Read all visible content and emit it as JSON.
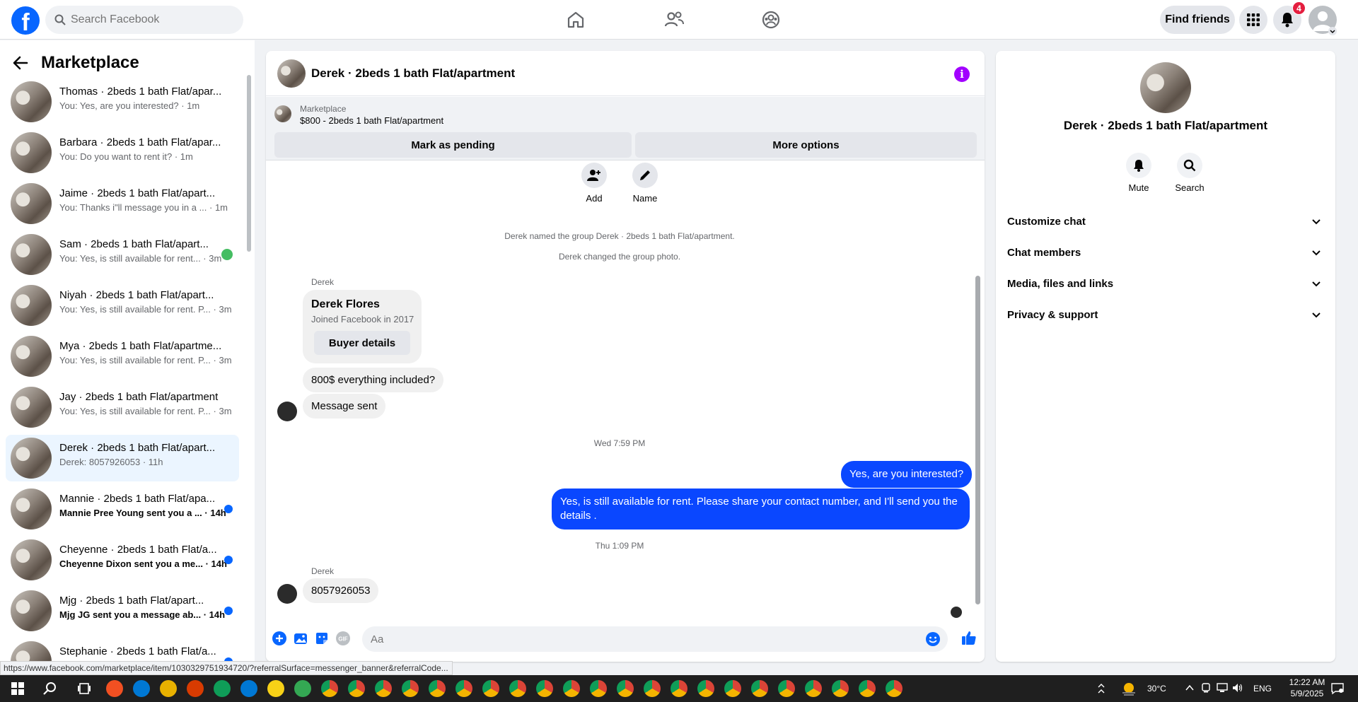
{
  "topbar": {
    "search_placeholder": "Search Facebook",
    "find_friends": "Find friends",
    "notification_count": "4"
  },
  "sidebar": {
    "title": "Marketplace",
    "conversations": [
      {
        "name": "Thomas · 2beds 1 bath Flat/apar...",
        "snippet": "You: Yes, are you interested? · 1m",
        "state": "read"
      },
      {
        "name": "Barbara · 2beds 1 bath Flat/apar...",
        "snippet": "You: Do you want to rent it? · 1m",
        "state": "read"
      },
      {
        "name": "Jaime · 2beds 1 bath Flat/apart...",
        "snippet": "You: Thanks i\"ll message you in a ... · 1m",
        "state": "read"
      },
      {
        "name": "Sam · 2beds 1 bath Flat/apart...",
        "snippet": "You: Yes, is still available for rent... · 3m",
        "state": "emoji"
      },
      {
        "name": "Niyah · 2beds 1 bath Flat/apart...",
        "snippet": "You: Yes, is still available for rent. P... · 3m",
        "state": "read"
      },
      {
        "name": "Mya · 2beds 1 bath Flat/apartme...",
        "snippet": "You: Yes, is still available for rent. P... · 3m",
        "state": "read"
      },
      {
        "name": "Jay · 2beds 1 bath Flat/apartment",
        "snippet": "You: Yes, is still available for rent. P... · 3m",
        "state": "read"
      },
      {
        "name": "Derek · 2beds 1 bath Flat/apart...",
        "snippet": "Derek: 8057926053 · 11h",
        "state": "active"
      },
      {
        "name": "Mannie · 2beds 1 bath Flat/apa...",
        "snippet": "Mannie Pree Young sent you a ... · 14h",
        "state": "unread"
      },
      {
        "name": "Cheyenne · 2beds 1 bath Flat/a...",
        "snippet": "Cheyenne Dixon sent you a me... · 14h",
        "state": "unread"
      },
      {
        "name": "Mjg · 2beds 1 bath Flat/apart...",
        "snippet": "Mjg JG sent you a message ab... · 14h",
        "state": "unread"
      },
      {
        "name": "Stephanie · 2beds 1 bath Flat/a...",
        "snippet": "",
        "state": "unread"
      }
    ]
  },
  "chat": {
    "title": "Derek · 2beds 1 bath Flat/apartment",
    "banner_label": "Marketplace",
    "banner_price": "$800 - 2beds 1 bath Flat/apartment",
    "mark_pending": "Mark as pending",
    "more_options": "More options",
    "quick_add": "Add",
    "quick_name": "Name",
    "sys_named": "Derek named the group Derek · 2beds 1 bath Flat/apartment.",
    "sys_photo": "Derek changed the group photo.",
    "sender1": "Derek",
    "card_name": "Derek Flores",
    "card_joined": "Joined Facebook in 2017",
    "card_button": "Buyer details",
    "msg1": "800$ everything included?",
    "msg2": "Message sent",
    "time1": "Wed 7:59 PM",
    "out1": "Yes, are you interested?",
    "out2": "Yes, is still available for rent. Please share your contact number, and I'll send you the details .",
    "time2": "Thu 1:09 PM",
    "sender2": "Derek",
    "msg3": "8057926053",
    "composer_placeholder": "Aa"
  },
  "info_panel": {
    "name": "Derek · 2beds 1 bath Flat/apartment",
    "mute": "Mute",
    "search": "Search",
    "rows": [
      "Customize chat",
      "Chat members",
      "Media, files and links",
      "Privacy & support"
    ]
  },
  "status_url": "https://www.facebook.com/marketplace/item/1030329751934720/?referralSurface=messenger_banner&referralCode...",
  "taskbar": {
    "weather": "30°C",
    "lang": "ENG",
    "time": "12:22 AM",
    "date": "5/9/2025"
  },
  "colors": {
    "brand": "#0866ff",
    "outgoing": "#0a47ff",
    "accent": "#a200ff"
  }
}
